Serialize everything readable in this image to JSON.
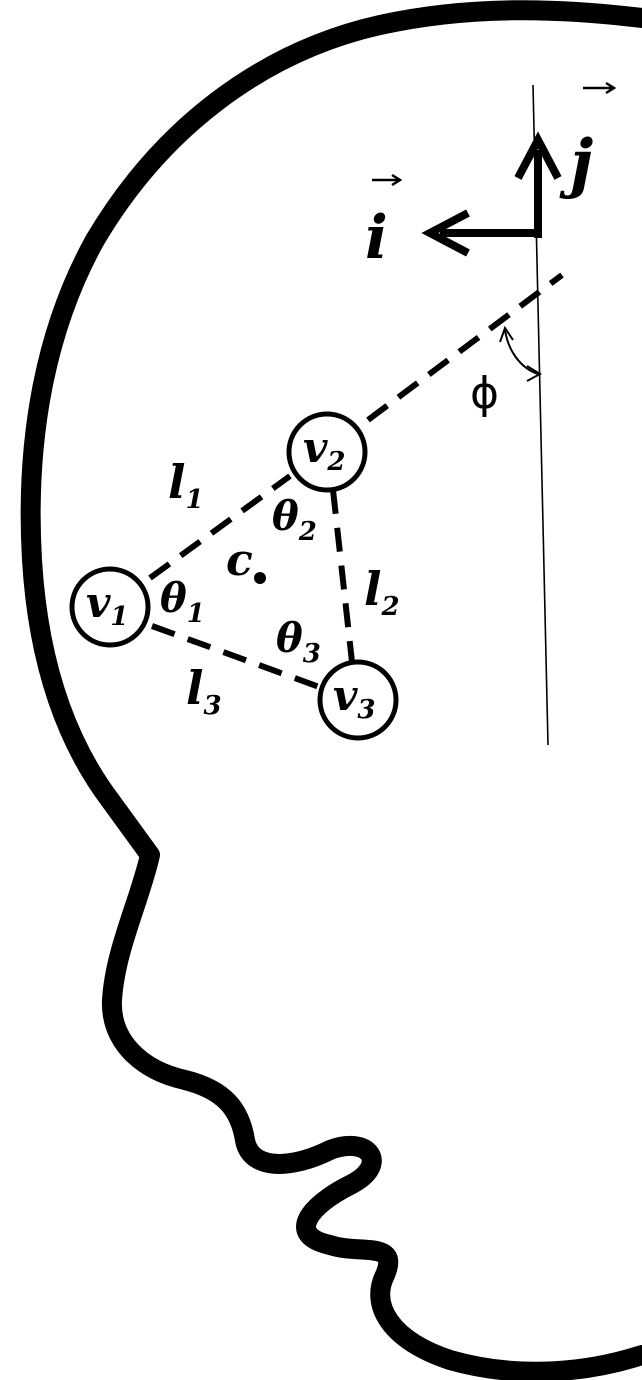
{
  "colors": {
    "stroke": "#000000",
    "background": "#ffffff"
  },
  "labels": {
    "i": "i",
    "j": "j",
    "phi": "ϕ",
    "v1": {
      "base": "v",
      "sub": "1"
    },
    "v2": {
      "base": "v",
      "sub": "2"
    },
    "v3": {
      "base": "v",
      "sub": "3"
    },
    "l1": {
      "base": "l",
      "sub": "1"
    },
    "l2": {
      "base": "l",
      "sub": "2"
    },
    "l3": {
      "base": "l",
      "sub": "3"
    },
    "theta1": {
      "base": "θ",
      "sub": "1"
    },
    "theta2": {
      "base": "θ",
      "sub": "2"
    },
    "theta3": {
      "base": "θ",
      "sub": "3"
    },
    "c": "c"
  }
}
